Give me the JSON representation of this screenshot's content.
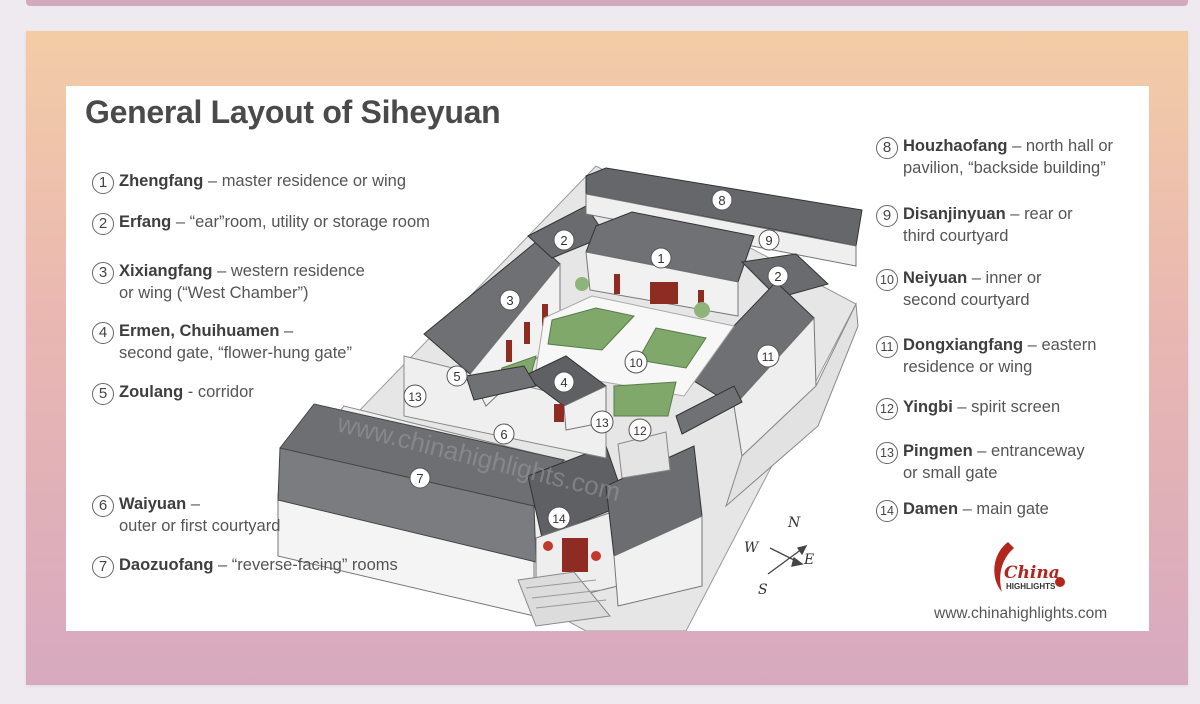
{
  "title": "General Layout of Siheyuan",
  "legend": [
    {
      "num": "1",
      "name": "Zhengfang",
      "sep": " – ",
      "desc": "master residence or wing",
      "desc2": ""
    },
    {
      "num": "2",
      "name": "Erfang",
      "sep": " – ",
      "desc": "“ear”room, utility or storage room",
      "desc2": ""
    },
    {
      "num": "3",
      "name": "Xixiangfang",
      "sep": " – ",
      "desc": "western residence",
      "desc2": "or wing (“West Chamber”)"
    },
    {
      "num": "4",
      "name": "Ermen, Chuihuamen",
      "sep": " –",
      "desc": "",
      "desc2": "second gate, “flower-hung gate”"
    },
    {
      "num": "5",
      "name": "Zoulang",
      "sep": " - ",
      "desc": "corridor",
      "desc2": ""
    },
    {
      "num": "6",
      "name": "Waiyuan",
      "sep": " –",
      "desc": "",
      "desc2": "outer or first courtyard"
    },
    {
      "num": "7",
      "name": "Daozuofang",
      "sep": " – ",
      "desc": "“reverse-facing” rooms",
      "desc2": ""
    },
    {
      "num": "8",
      "name": "Houzhaofang",
      "sep": " – ",
      "desc": "north hall or",
      "desc2": "pavilion, “backside building”"
    },
    {
      "num": "9",
      "name": "Disanjinyuan",
      "sep": " – ",
      "desc": "rear or",
      "desc2": "third courtyard"
    },
    {
      "num": "10",
      "name": "Neiyuan",
      "sep": " – ",
      "desc": "inner or",
      "desc2": "second courtyard"
    },
    {
      "num": "11",
      "name": "Dongxiangfang",
      "sep": " – ",
      "desc": "eastern",
      "desc2": "residence or wing"
    },
    {
      "num": "12",
      "name": "Yingbi",
      "sep": " – ",
      "desc": "spirit screen",
      "desc2": ""
    },
    {
      "num": "13",
      "name": "Pingmen",
      "sep": " – ",
      "desc": "entranceway",
      "desc2": "or small gate"
    },
    {
      "num": "14",
      "name": "Damen",
      "sep": " – ",
      "desc": "main gate",
      "desc2": ""
    }
  ],
  "compass": {
    "n": "N",
    "s": "S",
    "e": "E",
    "w": "W"
  },
  "watermark": "www.chinahighlights.com",
  "logo": {
    "main": "China",
    "sub": "HIGHLIGHTS"
  },
  "footer_url": "www.chinahighlights.com",
  "colors": {
    "roof": "#6f7074",
    "roof_dark": "#4f5054",
    "wall": "#ececec",
    "door": "#9a2a22",
    "garden": "#7fa86a"
  }
}
